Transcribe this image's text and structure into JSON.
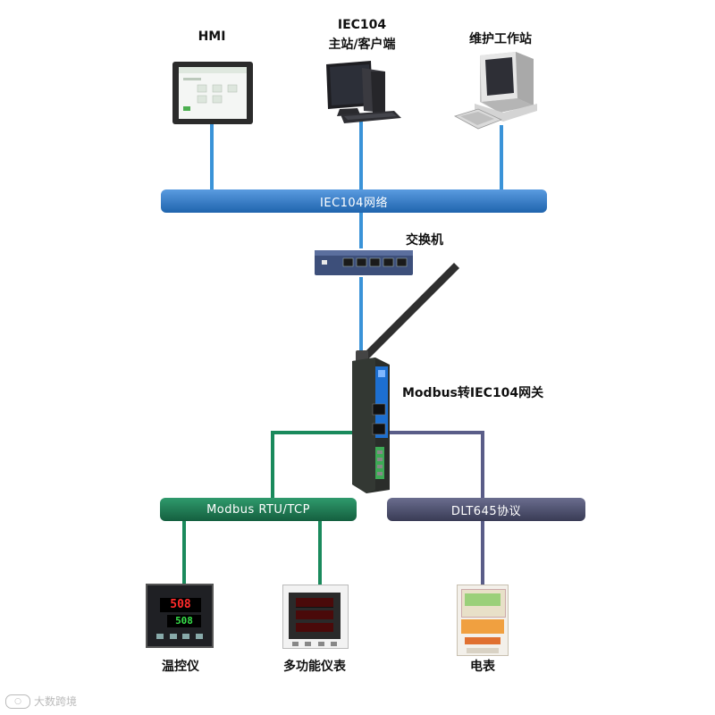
{
  "devices": {
    "hmi": {
      "label": "HMI"
    },
    "master": {
      "label_line1": "IEC104",
      "label_line2": "主站/客户端"
    },
    "workstation": {
      "label": "维护工作站"
    },
    "switch": {
      "label": "交换机"
    },
    "gateway": {
      "label": "Modbus转IEC104网关"
    },
    "thermostat": {
      "label": "温控仪",
      "display_top": "508",
      "display_bottom": "508"
    },
    "multimeter": {
      "label": "多功能仪表"
    },
    "meter": {
      "label": "电表"
    }
  },
  "buses": {
    "iec104": {
      "label": "IEC104网络",
      "color": "#2e78c4"
    },
    "modbus": {
      "label": "Modbus RTU/TCP",
      "color": "#1a7a52"
    },
    "dlt645": {
      "label": "DLT645协议",
      "color": "#4d4f6b"
    }
  },
  "wire_colors": {
    "ethernet": "#3a93d8",
    "modbus": "#1a8a5c",
    "dlt645": "#5a5d88"
  },
  "watermark": {
    "left": "大数跨境"
  }
}
